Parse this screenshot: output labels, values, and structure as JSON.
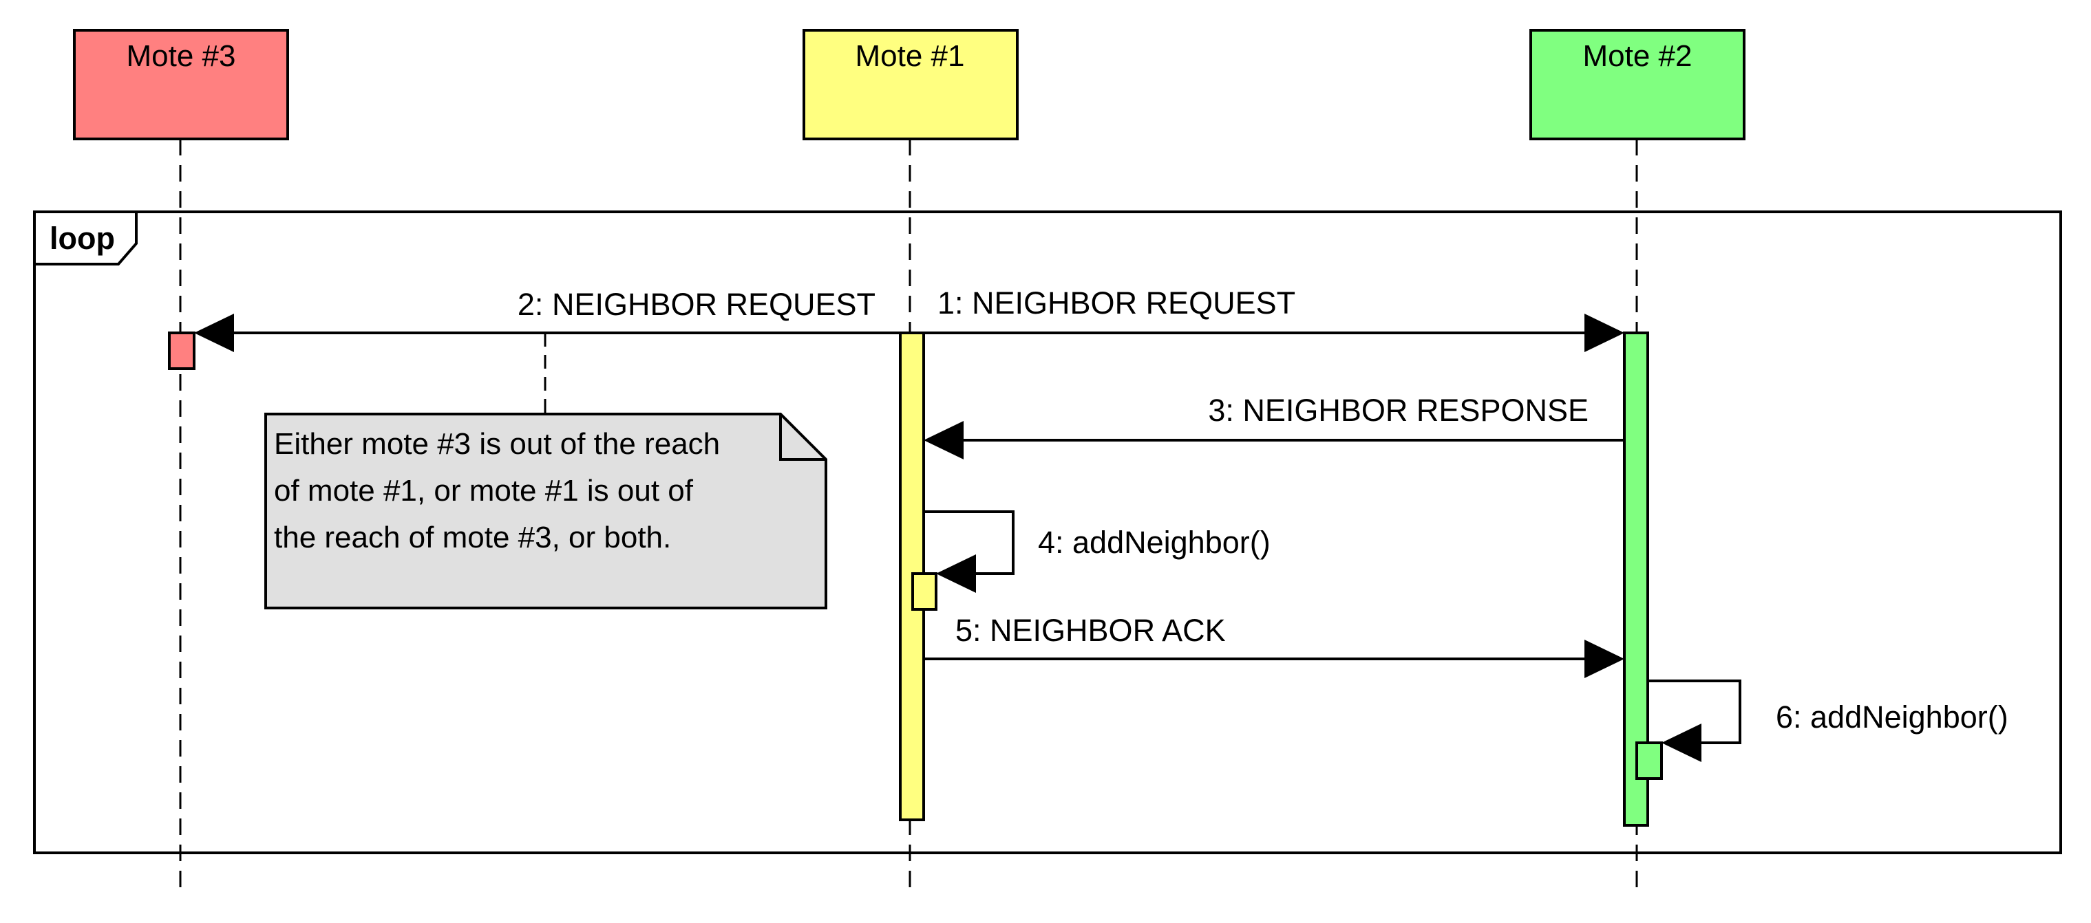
{
  "participants": [
    {
      "id": "mote3",
      "label": "Mote #3",
      "color": "#ff8080"
    },
    {
      "id": "mote1",
      "label": "Mote #1",
      "color": "#ffff80"
    },
    {
      "id": "mote2",
      "label": "Mote #2",
      "color": "#80ff80"
    }
  ],
  "fragment": {
    "operator": "loop"
  },
  "messages": [
    {
      "id": "m1",
      "label": "1: NEIGHBOR REQUEST",
      "from": "Mote #1",
      "to": "Mote #2"
    },
    {
      "id": "m2",
      "label": "2: NEIGHBOR REQUEST",
      "from": "Mote #1",
      "to": "Mote #3"
    },
    {
      "id": "m3",
      "label": "3: NEIGHBOR RESPONSE",
      "from": "Mote #2",
      "to": "Mote #1"
    },
    {
      "id": "m4",
      "label": "4: addNeighbor()",
      "from": "Mote #1",
      "to": "Mote #1"
    },
    {
      "id": "m5",
      "label": "5: NEIGHBOR ACK",
      "from": "Mote #1",
      "to": "Mote #2"
    },
    {
      "id": "m6",
      "label": "6: addNeighbor()",
      "from": "Mote #2",
      "to": "Mote #2"
    }
  ],
  "note": {
    "lines": [
      "Either mote #3 is out of the reach",
      "of mote #1, or mote #1 is out of",
      "the reach of mote #3, or both."
    ],
    "color": "#e0e0e0"
  }
}
